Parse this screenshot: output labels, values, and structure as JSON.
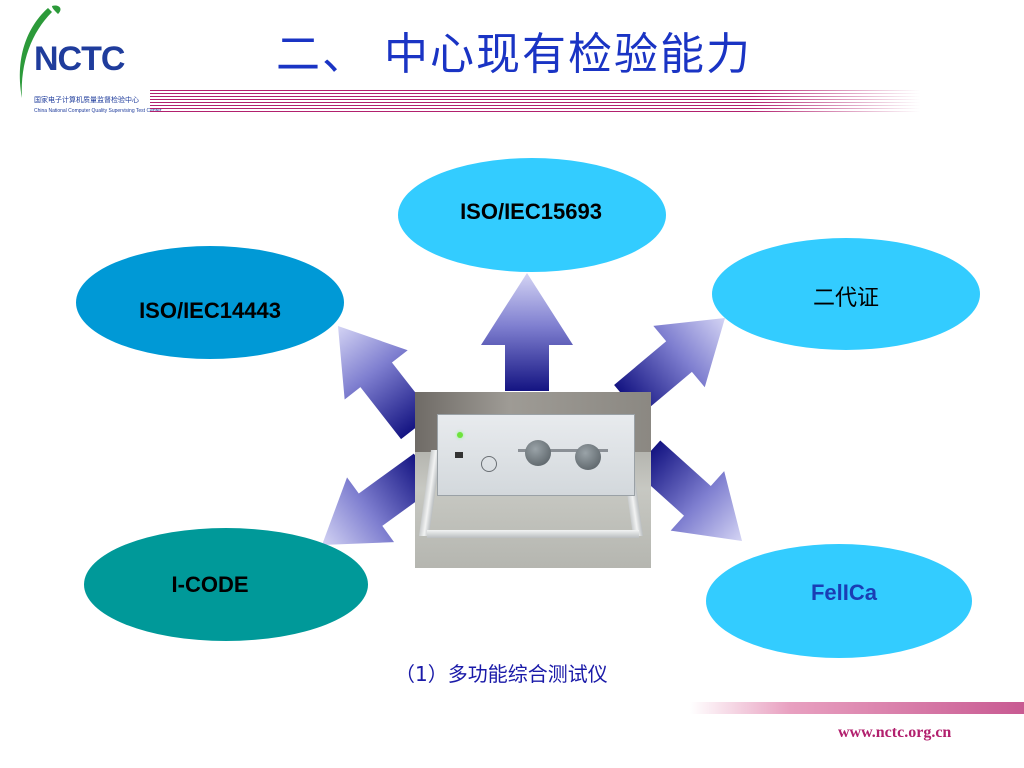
{
  "header": {
    "logo_text": "NCTC",
    "logo_cn": "国家电子计算机质量监督检验中心",
    "logo_en": "China National Computer Quality Supervising Test Center",
    "title": "二、 中心现有检验能力"
  },
  "diagram": {
    "nodes": [
      {
        "id": "iso15693",
        "label": "ISO/IEC15693",
        "color": "#33ccff"
      },
      {
        "id": "iso14443",
        "label": "ISO/IEC14443",
        "color": "#0099d6"
      },
      {
        "id": "id2",
        "label": "二代证",
        "color": "#33ccff"
      },
      {
        "id": "icode",
        "label": "I-CODE",
        "color": "#009999"
      },
      {
        "id": "felica",
        "label": "FelICa",
        "color": "#33ccff"
      }
    ],
    "arrow_color_start": "#1a1a8e",
    "arrow_color_end": "#c8c8ee"
  },
  "caption": "（1）多功能综合测试仪",
  "footer": {
    "url": "www.nctc.org.cn"
  }
}
